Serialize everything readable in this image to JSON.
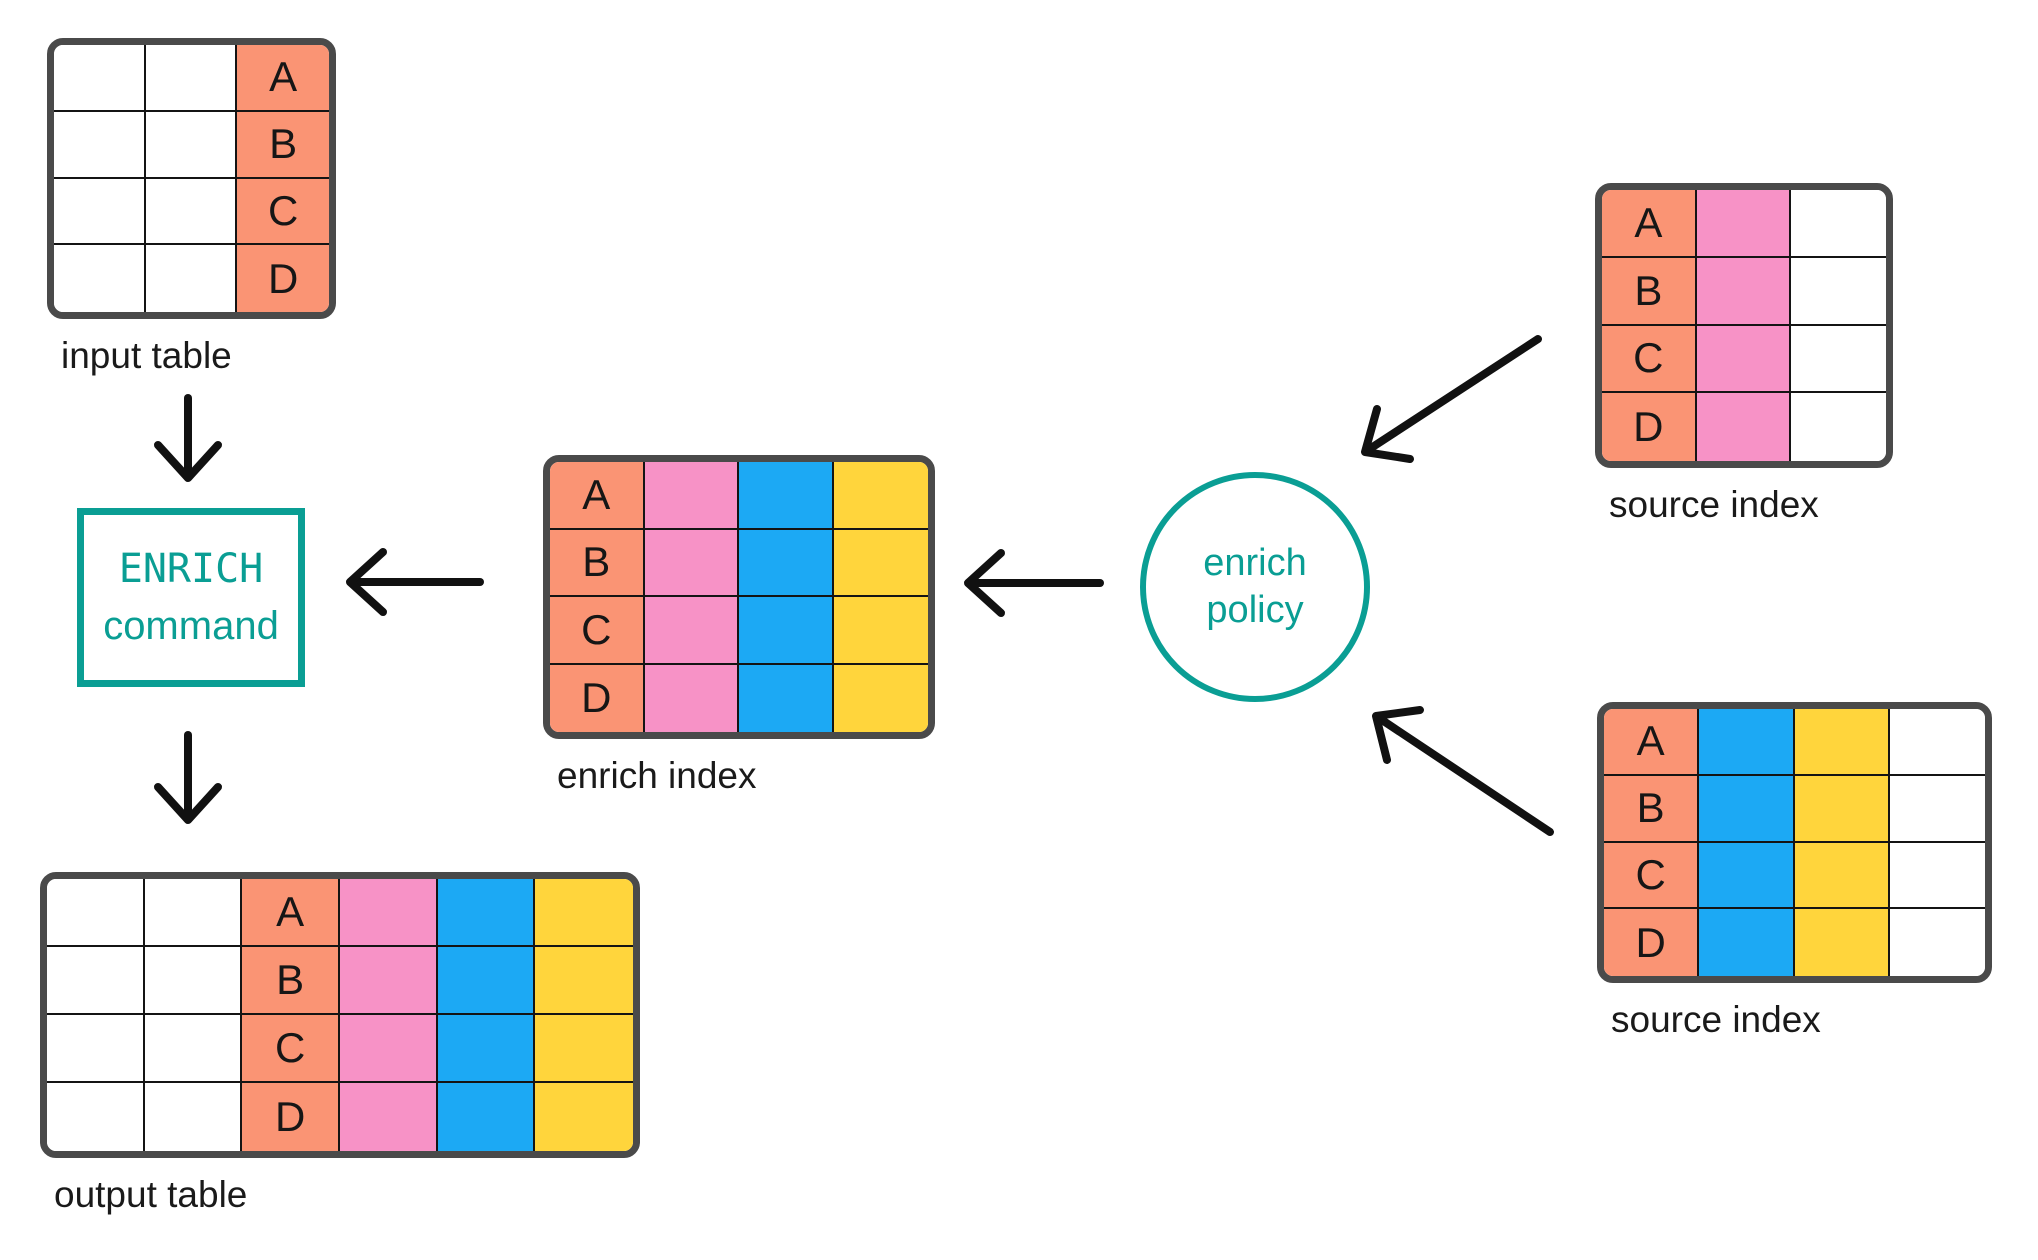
{
  "palette": {
    "salmon": "#FA9474",
    "pink": "#F792C6",
    "blue": "#1CA9F4",
    "yellow": "#FFD53C",
    "teal": "#0A9E94",
    "frame": "#4A4A4A",
    "grid": "#141414",
    "arrow": "#111111",
    "label": "#1A1A1A",
    "none": "#FFFFFF"
  },
  "letters": [
    "A",
    "B",
    "C",
    "D"
  ],
  "tables": [
    {
      "id": "input-table",
      "label": "input table",
      "columns": [
        {
          "color": "none",
          "letters": false
        },
        {
          "color": "none",
          "letters": false
        },
        {
          "color": "salmon",
          "letters": true
        }
      ]
    },
    {
      "id": "enrich-index",
      "label": "enrich index",
      "columns": [
        {
          "color": "salmon",
          "letters": true
        },
        {
          "color": "pink",
          "letters": false
        },
        {
          "color": "blue",
          "letters": false
        },
        {
          "color": "yellow",
          "letters": false
        }
      ]
    },
    {
      "id": "source-index-top",
      "label": "source index",
      "columns": [
        {
          "color": "salmon",
          "letters": true
        },
        {
          "color": "pink",
          "letters": false
        },
        {
          "color": "none",
          "letters": false
        }
      ]
    },
    {
      "id": "source-index-bottom",
      "label": "source index",
      "columns": [
        {
          "color": "salmon",
          "letters": true
        },
        {
          "color": "blue",
          "letters": false
        },
        {
          "color": "yellow",
          "letters": false
        },
        {
          "color": "none",
          "letters": false
        }
      ]
    },
    {
      "id": "output-table",
      "label": "output table",
      "columns": [
        {
          "color": "none",
          "letters": false
        },
        {
          "color": "none",
          "letters": false
        },
        {
          "color": "salmon",
          "letters": true
        },
        {
          "color": "pink",
          "letters": false
        },
        {
          "color": "blue",
          "letters": false
        },
        {
          "color": "yellow",
          "letters": false
        }
      ]
    }
  ],
  "nodes": {
    "enrich_command": {
      "line1": "ENRICH",
      "line2": "command"
    },
    "enrich_policy": {
      "line1": "enrich",
      "line2": "policy"
    }
  }
}
